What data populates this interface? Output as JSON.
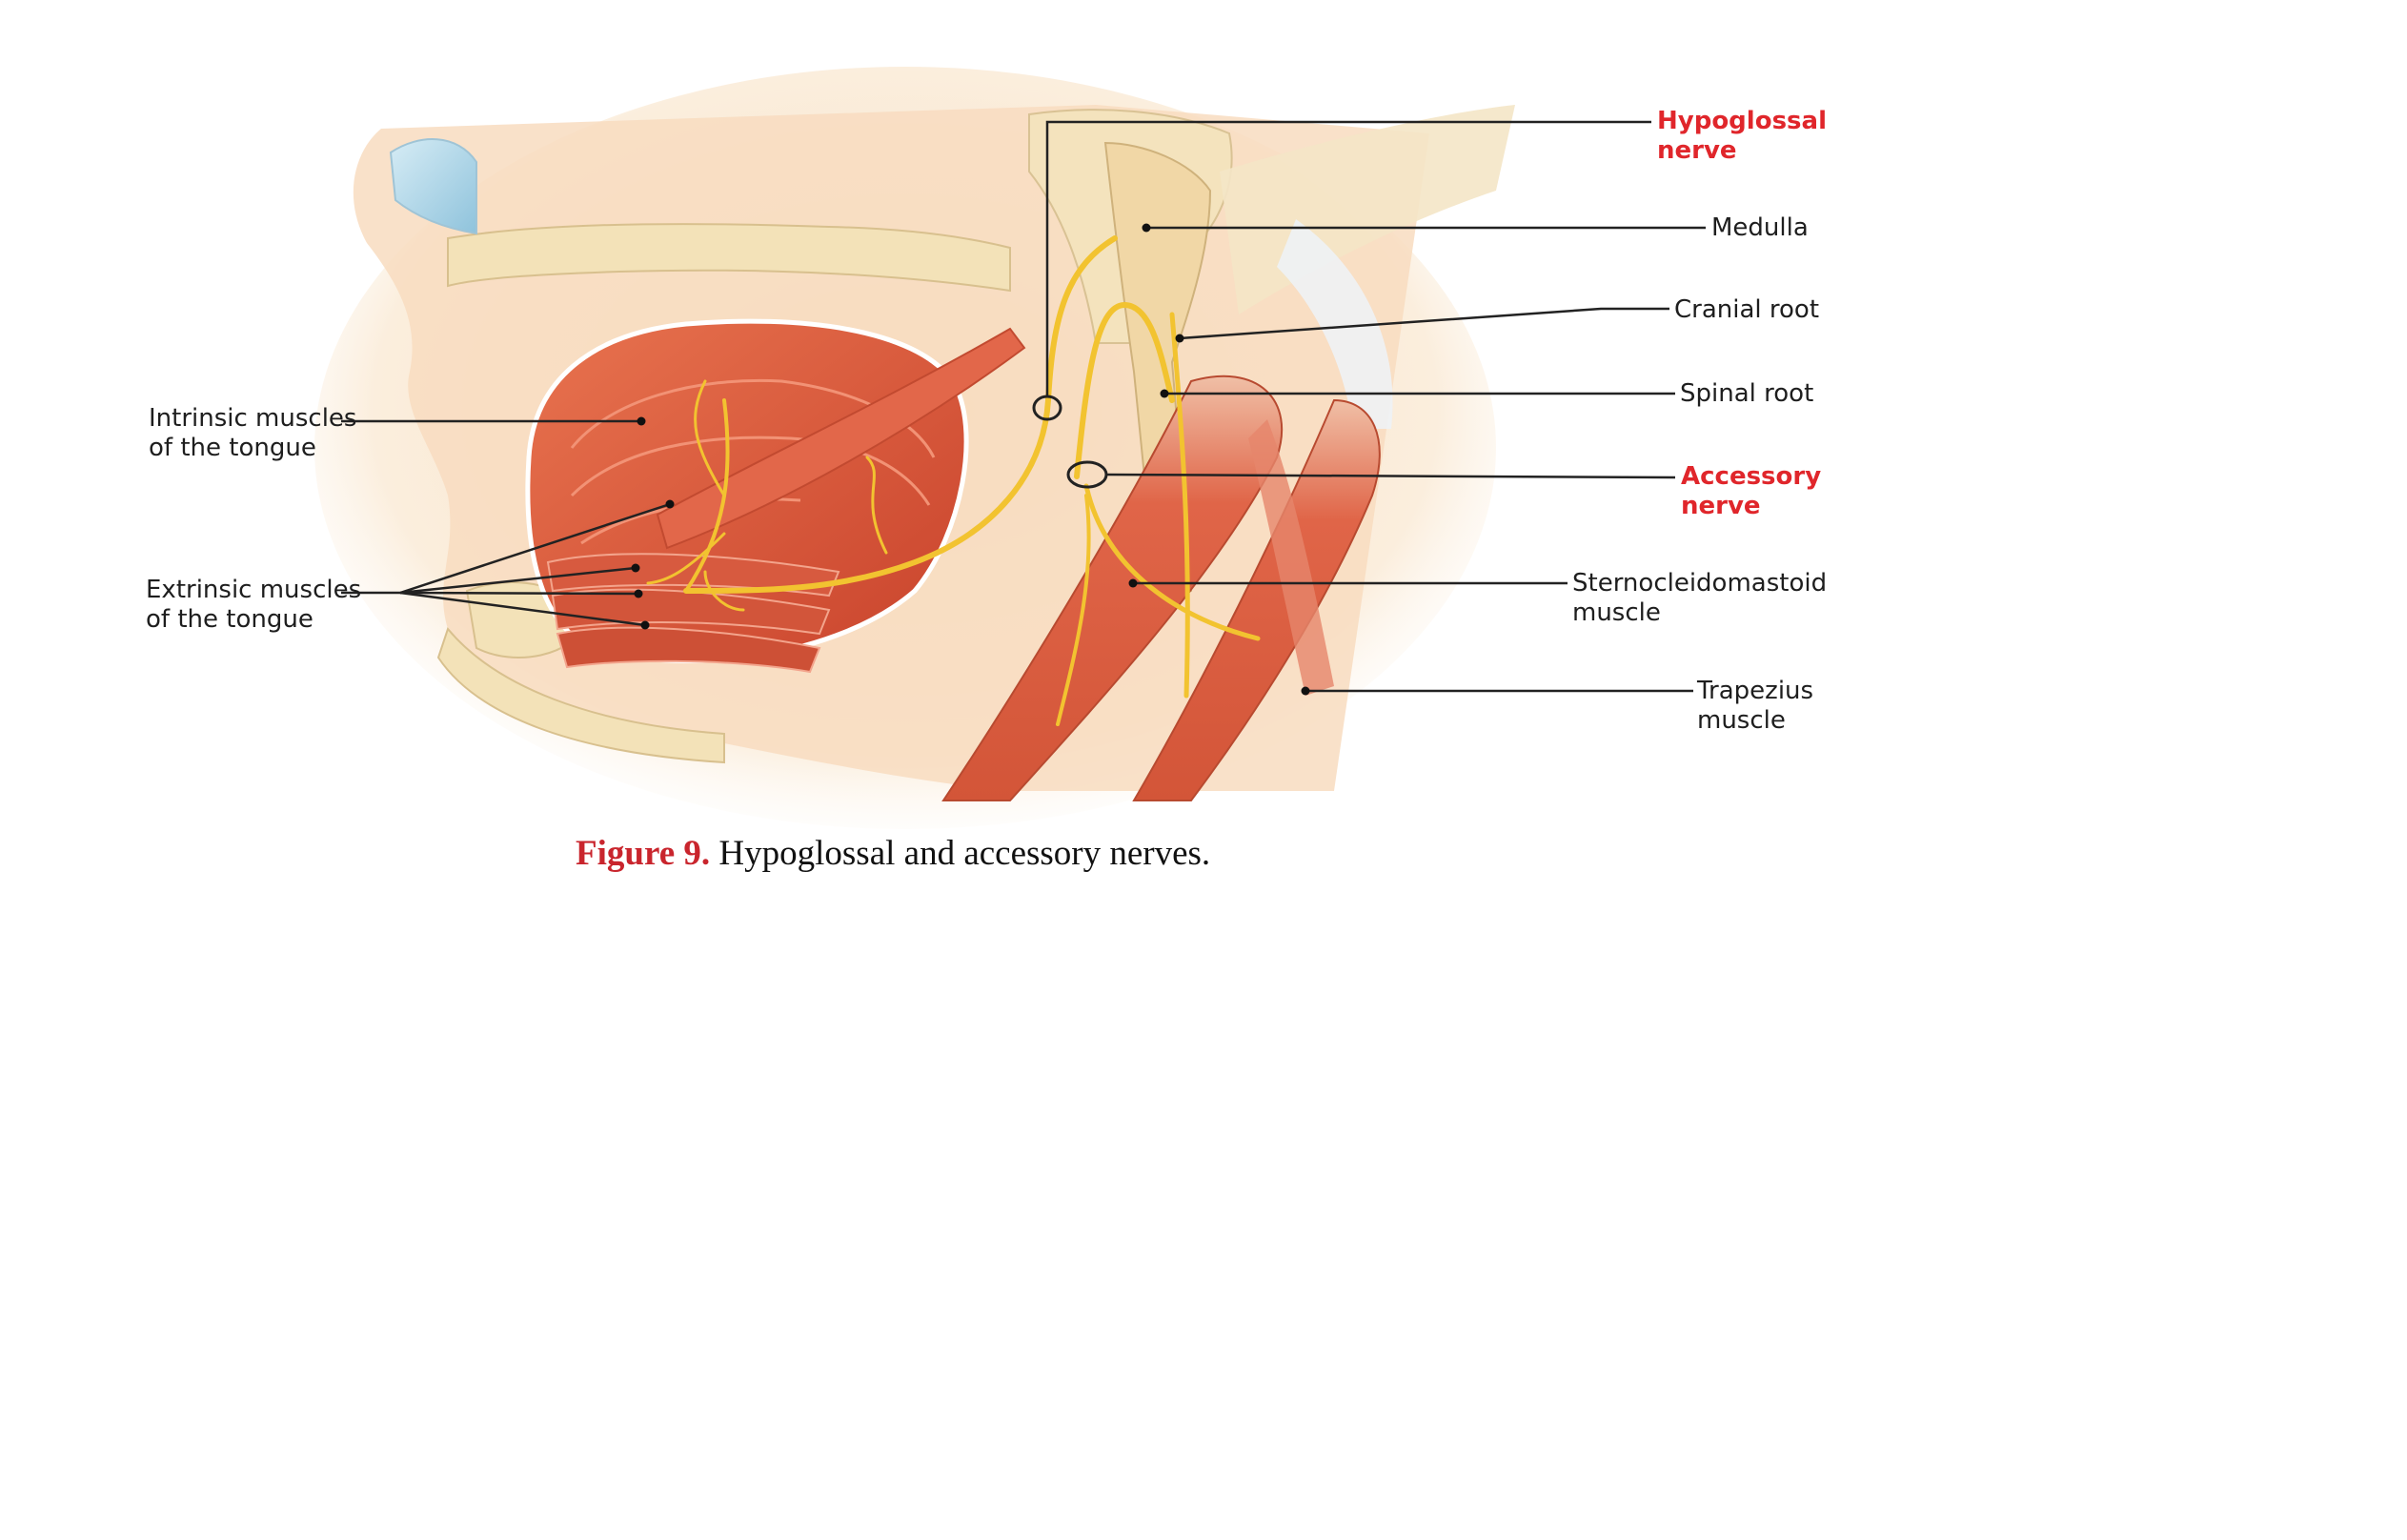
{
  "labels": {
    "intrinsic": [
      "Intrinsic muscles",
      "of the tongue"
    ],
    "extrinsic": [
      "Extrinsic muscles",
      "of the tongue"
    ],
    "hypoglossal": [
      "Hypoglossal",
      "nerve"
    ],
    "medulla": [
      "Medulla"
    ],
    "cranial_root": [
      "Cranial root"
    ],
    "spinal_root": [
      "Spinal root"
    ],
    "accessory": [
      "Accessory",
      "nerve"
    ],
    "sternocleidomastoid": [
      "Sternocleidomastoid",
      "muscle"
    ],
    "trapezius": [
      "Trapezius",
      "muscle"
    ]
  },
  "caption": {
    "number": "Figure 9.",
    "text": "Hypoglossal and accessory nerves."
  },
  "colors": {
    "highlight_label": "#e0262b",
    "nerve": "#f2c330",
    "muscle": "#de5a3e",
    "bone": "#f3e2b8",
    "skin": "#f6d3b4"
  }
}
